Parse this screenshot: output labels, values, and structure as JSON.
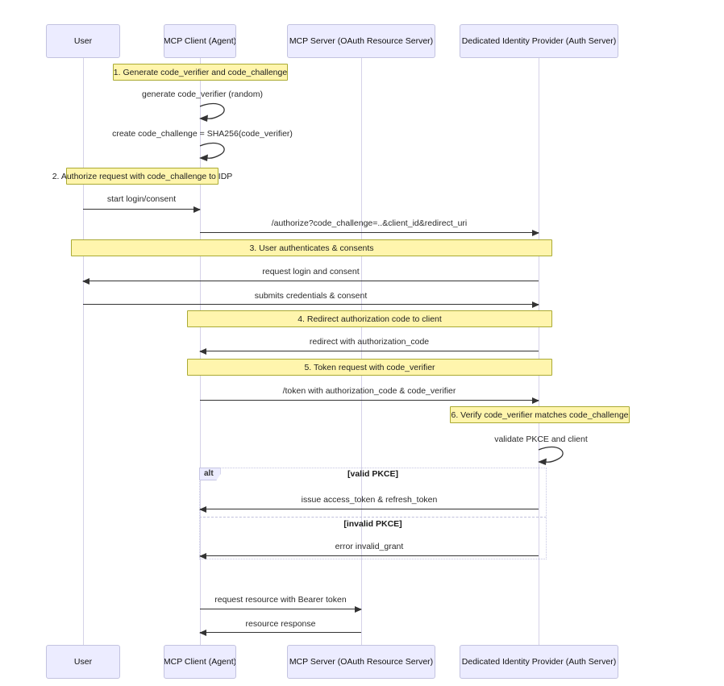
{
  "diagram_type": "sequence-diagram",
  "actors": [
    {
      "id": "user",
      "name": "User"
    },
    {
      "id": "mcp-client",
      "name": "MCP Client (Agent)"
    },
    {
      "id": "mcp-server",
      "name": "MCP Server (OAuth Resource Server)"
    },
    {
      "id": "identity-provider",
      "name": "Dedicated Identity Provider (Auth Server)"
    }
  ],
  "events": [
    {
      "kind": "note",
      "label": "1. Generate code_verifier and code_challenge"
    },
    {
      "kind": "self",
      "actor": "mcp-client",
      "label": "generate code_verifier (random)"
    },
    {
      "kind": "self",
      "actor": "mcp-client",
      "label": "create code_challenge = SHA256(code_verifier)"
    },
    {
      "kind": "note",
      "label": "2. Authorize request with code_challenge to IDP"
    },
    {
      "kind": "message",
      "from": "user",
      "to": "mcp-client",
      "label": "start login/consent"
    },
    {
      "kind": "message",
      "from": "mcp-client",
      "to": "identity-provider",
      "label": "/authorize?code_challenge=..&client_id&redirect_uri"
    },
    {
      "kind": "note",
      "label": "3. User authenticates & consents"
    },
    {
      "kind": "message",
      "from": "identity-provider",
      "to": "user",
      "label": "request login and consent"
    },
    {
      "kind": "message",
      "from": "user",
      "to": "identity-provider",
      "label": "submits credentials & consent"
    },
    {
      "kind": "note",
      "label": "4. Redirect authorization code to client"
    },
    {
      "kind": "message",
      "from": "identity-provider",
      "to": "mcp-client",
      "label": "redirect with authorization_code"
    },
    {
      "kind": "note",
      "label": "5. Token request with code_verifier"
    },
    {
      "kind": "message",
      "from": "mcp-client",
      "to": "identity-provider",
      "label": "/token with authorization_code & code_verifier"
    },
    {
      "kind": "note",
      "label": "6. Verify code_verifier matches code_challenge"
    },
    {
      "kind": "self",
      "actor": "identity-provider",
      "label": "validate PKCE and client"
    },
    {
      "kind": "message",
      "from": "identity-provider",
      "to": "mcp-client",
      "label": "issue access_token & refresh_token"
    },
    {
      "kind": "message",
      "from": "identity-provider",
      "to": "mcp-client",
      "label": "error invalid_grant"
    },
    {
      "kind": "message",
      "from": "mcp-client",
      "to": "mcp-server",
      "label": "request resource with Bearer token"
    },
    {
      "kind": "message",
      "from": "mcp-server",
      "to": "mcp-client",
      "label": "resource response"
    }
  ],
  "alt_block": {
    "label": "alt",
    "conditions": [
      "[valid PKCE]",
      "[invalid PKCE]"
    ]
  },
  "colors": {
    "actor_fill": "#ECECFF",
    "actor_border": "#C3C3E0",
    "note_fill": "#FFF5AD",
    "note_border": "#AAAA33",
    "message_line": "#333333",
    "lifeline": "#D5D2E8",
    "background": "#FFFFFF"
  }
}
